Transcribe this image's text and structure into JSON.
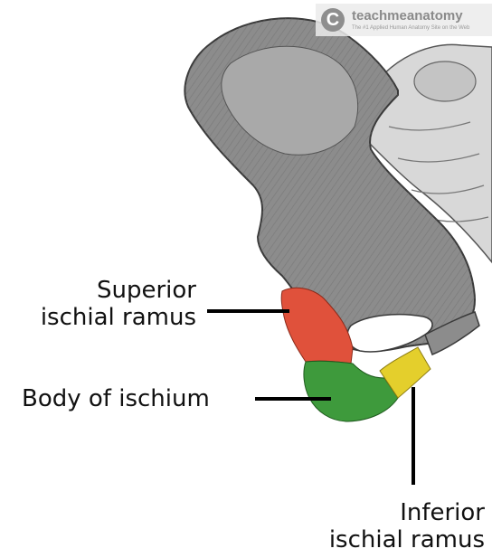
{
  "watermark": {
    "brand": "teachmeanatomy",
    "logo_letter": "C",
    "tagline": "The #1 Applied Human Anatomy Site on the Web"
  },
  "labels": {
    "superior": [
      "Superior",
      "ischial ramus"
    ],
    "body": "Body of ischium",
    "inferior": [
      "Inferior",
      "ischial ramus"
    ]
  },
  "colors": {
    "superior_ischial_ramus": "#e0513b",
    "body_of_ischium": "#3e9a3c",
    "inferior_ischial_ramus": "#e4cf2c",
    "bone": "#8c8c8c",
    "sacrum": "#d8d8d8",
    "leader_line": "#000000"
  }
}
